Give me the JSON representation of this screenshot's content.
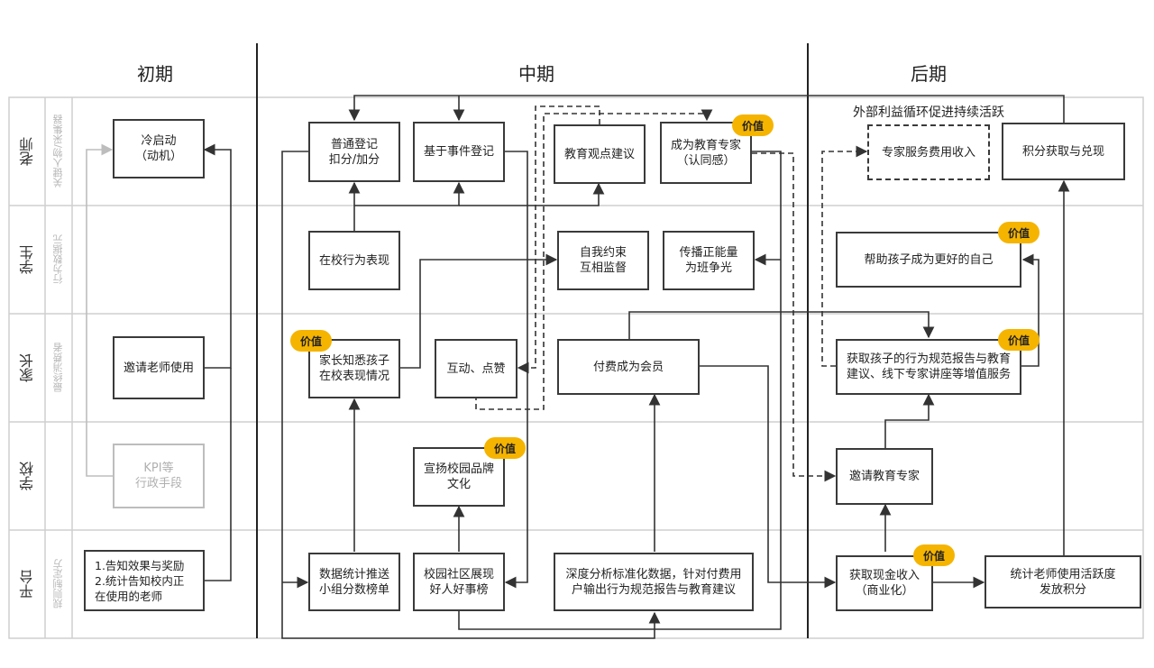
{
  "phases": [
    "初期",
    "中期",
    "后期"
  ],
  "lanes": [
    {
      "role": "老师",
      "sub": "关键人物/采集器"
    },
    {
      "role": "学生",
      "sub": "行为数据元"
    },
    {
      "role": "家长",
      "sub": "最终消费者"
    },
    {
      "role": "学校",
      "sub": ""
    },
    {
      "role": "平台",
      "sub": "规则制定方"
    }
  ],
  "nodes": {
    "cold_start": "冷启动\n（动机）",
    "invite_teacher": "邀请老师使用",
    "kpi": "KPI等\n行政手段",
    "notify": "1.告知效果与奖励\n2.统计告知校内正\n在使用的老师",
    "normal_reg": "普通登记\n扣分/加分",
    "event_reg": "基于事件登记",
    "edu_view": "教育观点建议",
    "become_expert": "成为教育专家\n（认同感）",
    "school_behavior": "在校行为表现",
    "self_restraint": "自我约束\n互相监督",
    "positive_energy": "传播正能量\n为班争光",
    "parent_know": "家长知悉孩子\n在校表现情况",
    "interact": "互动、点赞",
    "paid_member": "付费成为会员",
    "campus_brand": "宣扬校园品牌\n文化",
    "data_push": "数据统计推送\n小组分数榜单",
    "community": "校园社区展现\n好人好事榜",
    "deep_analysis": "深度分析标准化数据，针对付费用\n户输出行为规范报告与教育建议",
    "expert_fee": "专家服务费用收入",
    "points_redeem": "积分获取与兑现",
    "help_child": "帮助孩子成为更好的自己",
    "get_report": "获取孩子的行为规范报告与教育\n建议、线下专家讲座等增值服务",
    "invite_expert": "邀请教育专家",
    "cash_income": "获取现金收入\n（商业化）",
    "stat_activity": "统计老师使用活跃度\n发放积分"
  },
  "badge_label": "价值",
  "loop_note": "外部利益循环促进持续活跃",
  "colors": {
    "border": "#3a3a3a",
    "grid": "#cfcfcf",
    "badge": "#f5b400",
    "muted": "#bdbdbd"
  }
}
